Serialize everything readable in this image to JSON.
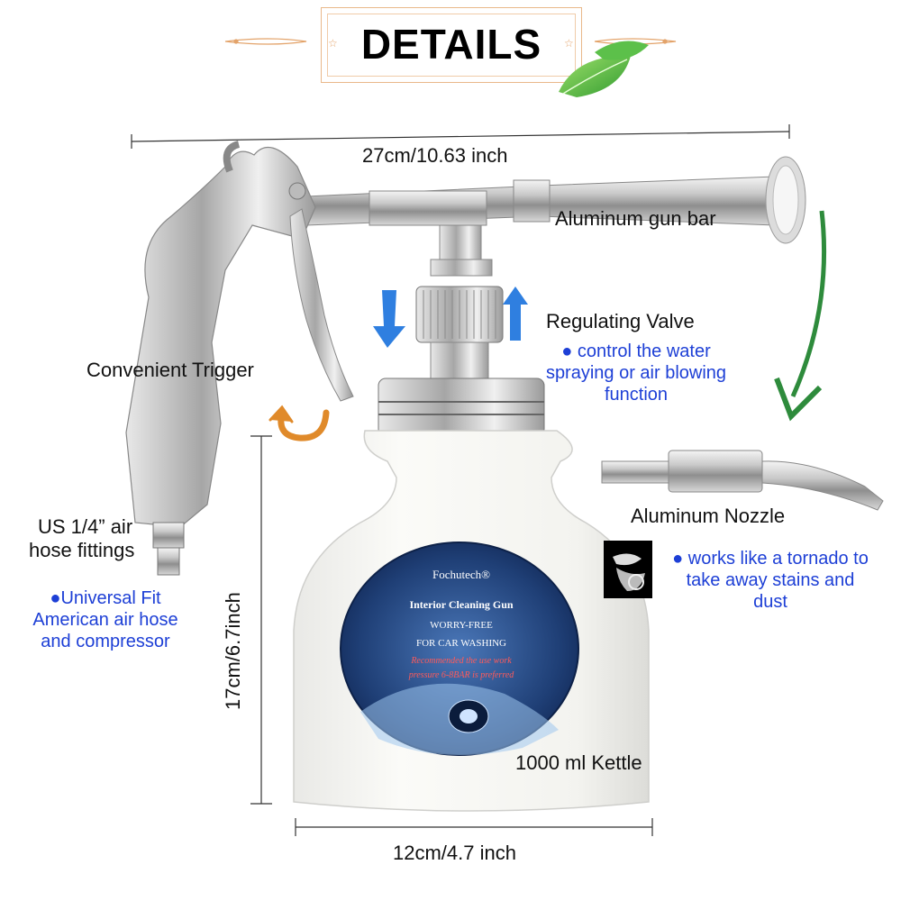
{
  "header": {
    "title": "DETAILS"
  },
  "dimensions": {
    "length": "27cm/10.63 inch",
    "height": "17cm/6.7inch",
    "width": "12cm/4.7 inch"
  },
  "labels": {
    "gun_bar": "Aluminum gun bar",
    "valve": "Regulating Valve",
    "valve_desc": "● control the water spraying or air blowing function",
    "trigger": "Convenient Trigger",
    "fitting_line1": "US 1/4” air",
    "fitting_line2": "hose fittings",
    "fitting_desc": "●Universal Fit American air hose and compressor",
    "nozzle": "Aluminum Nozzle",
    "nozzle_desc": "● works like a tornado to take away stains and dust",
    "kettle": "1000 ml Kettle"
  },
  "bottle_label": {
    "brand": "Fochutech®",
    "product": "Interior Cleaning Gun",
    "line1": "WORRY-FREE",
    "line2": "FOR CAR WASHING",
    "line3": "Recommended the use work",
    "line4": "pressure 6-8BAR is preferred"
  },
  "colors": {
    "accent_blue": "#1d3fd6",
    "arrow_green": "#2e8b3c",
    "arrow_blue": "#2f7fe0",
    "arrow_orange": "#e08a2a"
  }
}
